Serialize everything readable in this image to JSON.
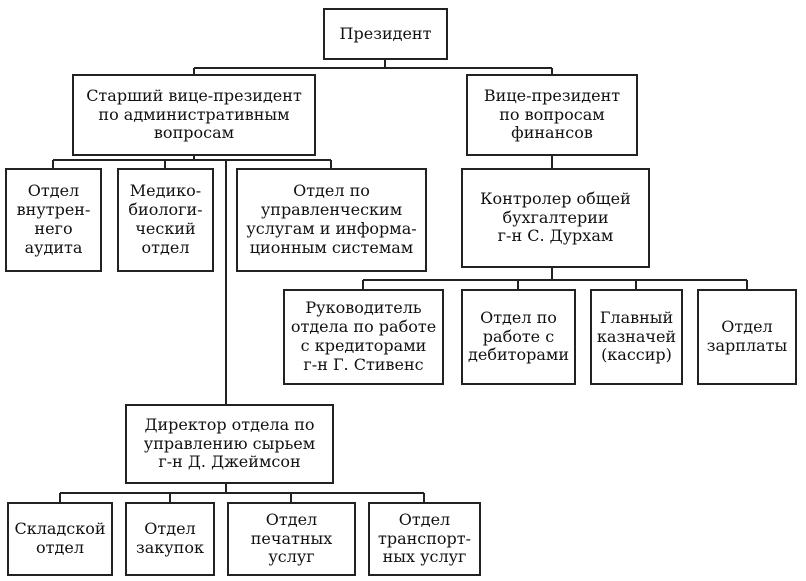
{
  "org_chart": {
    "president": "Президент",
    "senior_vp_admin": "Старший вице-президент\nпо административным\nвопросам",
    "vp_finance": "Вице-президент\nпо вопросам\nфинансов",
    "internal_audit": "Отдел\nвнутрен-\nнего\nаудита",
    "medical_biological": "Медико-\nбиологи-\nческий\nотдел",
    "management_services_is": "Отдел по\nуправленческим\nуслугам и информа-\nционным системам",
    "general_accounting_controller": "Контролер общей\nбухгалтерии\nг-н С. Дурхам",
    "creditors_head": "Руководитель\nотдела по работе\nс кредиторами\nг-н Г. Стивенс",
    "debtors_dept": "Отдел по\nработе с\nдебиторами",
    "chief_treasurer": "Главный\nказначей\n(кассир)",
    "payroll_dept": "Отдел\nзарплаты",
    "raw_materials_director": "Директор отдела по\nуправлению сырьем\nг-н Д. Джеймсон",
    "warehouse_dept": "Складской\nотдел",
    "purchasing_dept": "Отдел\nзакупок",
    "printing_services_dept": "Отдел\nпечатных\nуслуг",
    "transport_services_dept": "Отдел\nтранспорт-\nных услуг"
  }
}
